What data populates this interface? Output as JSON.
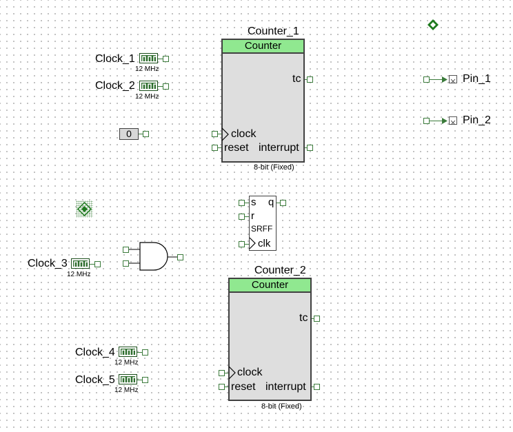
{
  "clocks": [
    {
      "name": "Clock_1",
      "freq": "12 MHz"
    },
    {
      "name": "Clock_2",
      "freq": "12 MHz"
    },
    {
      "name": "Clock_3",
      "freq": "12 MHz"
    },
    {
      "name": "Clock_4",
      "freq": "12 MHz"
    },
    {
      "name": "Clock_5",
      "freq": "12 MHz"
    }
  ],
  "counter1": {
    "instance": "Counter_1",
    "type": "Counter",
    "pins": {
      "tc": "tc",
      "clock": "clock",
      "reset": "reset",
      "interrupt": "interrupt"
    },
    "config": "8-bit (Fixed)"
  },
  "counter2": {
    "instance": "Counter_2",
    "type": "Counter",
    "pins": {
      "tc": "tc",
      "clock": "clock",
      "reset": "reset",
      "interrupt": "interrupt"
    },
    "config": "8-bit (Fixed)"
  },
  "constant": {
    "value": "0"
  },
  "srff": {
    "s": "s",
    "q": "q",
    "r": "r",
    "title": "SRFF",
    "clk": "clk"
  },
  "pins": [
    {
      "name": "Pin_1"
    },
    {
      "name": "Pin_2"
    }
  ],
  "colors": {
    "wire": "#3a7a3a",
    "counter_header": "#90e890",
    "counter_body": "#dedede"
  },
  "icons": [
    "clock-icon",
    "and-gate-icon",
    "pin-icon",
    "power-icon",
    "off-chip-icon"
  ]
}
